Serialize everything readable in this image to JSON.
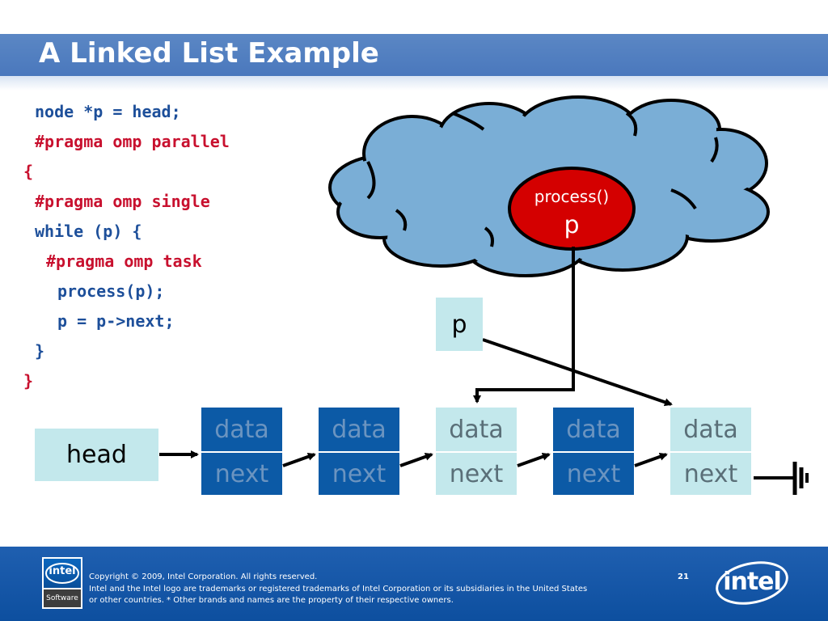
{
  "slide": {
    "title": "A Linked List Example",
    "page_number": "21"
  },
  "code_lines": [
    {
      "text": "node *p = head;",
      "color": "#1d4f9a"
    },
    {
      "text": "#pragma omp parallel",
      "color": "#c8102e"
    },
    {
      "text": "{",
      "color": "#c8102e"
    },
    {
      "text": "#pragma omp single",
      "color": "#c8102e"
    },
    {
      "text": "while (p) {",
      "color": "#1d4f9a"
    },
    {
      "text": "#pragma omp task",
      "color": "#c8102e"
    },
    {
      "text": "process(p);",
      "color": "#1d4f9a"
    },
    {
      "text": "p = p->next;",
      "color": "#1d4f9a"
    },
    {
      "text": "}",
      "color": "#1d4f9a"
    },
    {
      "text": "}",
      "color": "#c8102e"
    }
  ],
  "diagram": {
    "cloud_task": {
      "function_label": "process()",
      "argument_label": "p"
    },
    "pointer_box_label": "p",
    "head_label": "head",
    "nodes": [
      {
        "data_label": "data",
        "next_label": "next",
        "style": "dark"
      },
      {
        "data_label": "data",
        "next_label": "next",
        "style": "dark"
      },
      {
        "data_label": "data",
        "next_label": "next",
        "style": "light"
      },
      {
        "data_label": "data",
        "next_label": "next",
        "style": "dark"
      },
      {
        "data_label": "data",
        "next_label": "next",
        "style": "light"
      }
    ]
  },
  "footer": {
    "copyright": "Copyright © 2009, Intel Corporation. All rights reserved.",
    "trademark_line1": "Intel and the Intel logo are trademarks or registered trademarks of Intel Corporation or its subsidiaries in the United States",
    "trademark_line2": "or other countries. * Other brands and names are the property of their respective owners.",
    "left_logo_word": "intel",
    "left_logo_subword": "Software",
    "right_logo_word": "intel"
  },
  "colors": {
    "title_bar": "#4a78bd",
    "footer": "#0d4f9f",
    "code_blue": "#1d4f9a",
    "code_red": "#c8102e",
    "node_dark": "#0c5aa6",
    "node_light": "#c3e8ec",
    "cloud_fill": "#7aaed6",
    "task_circle": "#d40000"
  }
}
